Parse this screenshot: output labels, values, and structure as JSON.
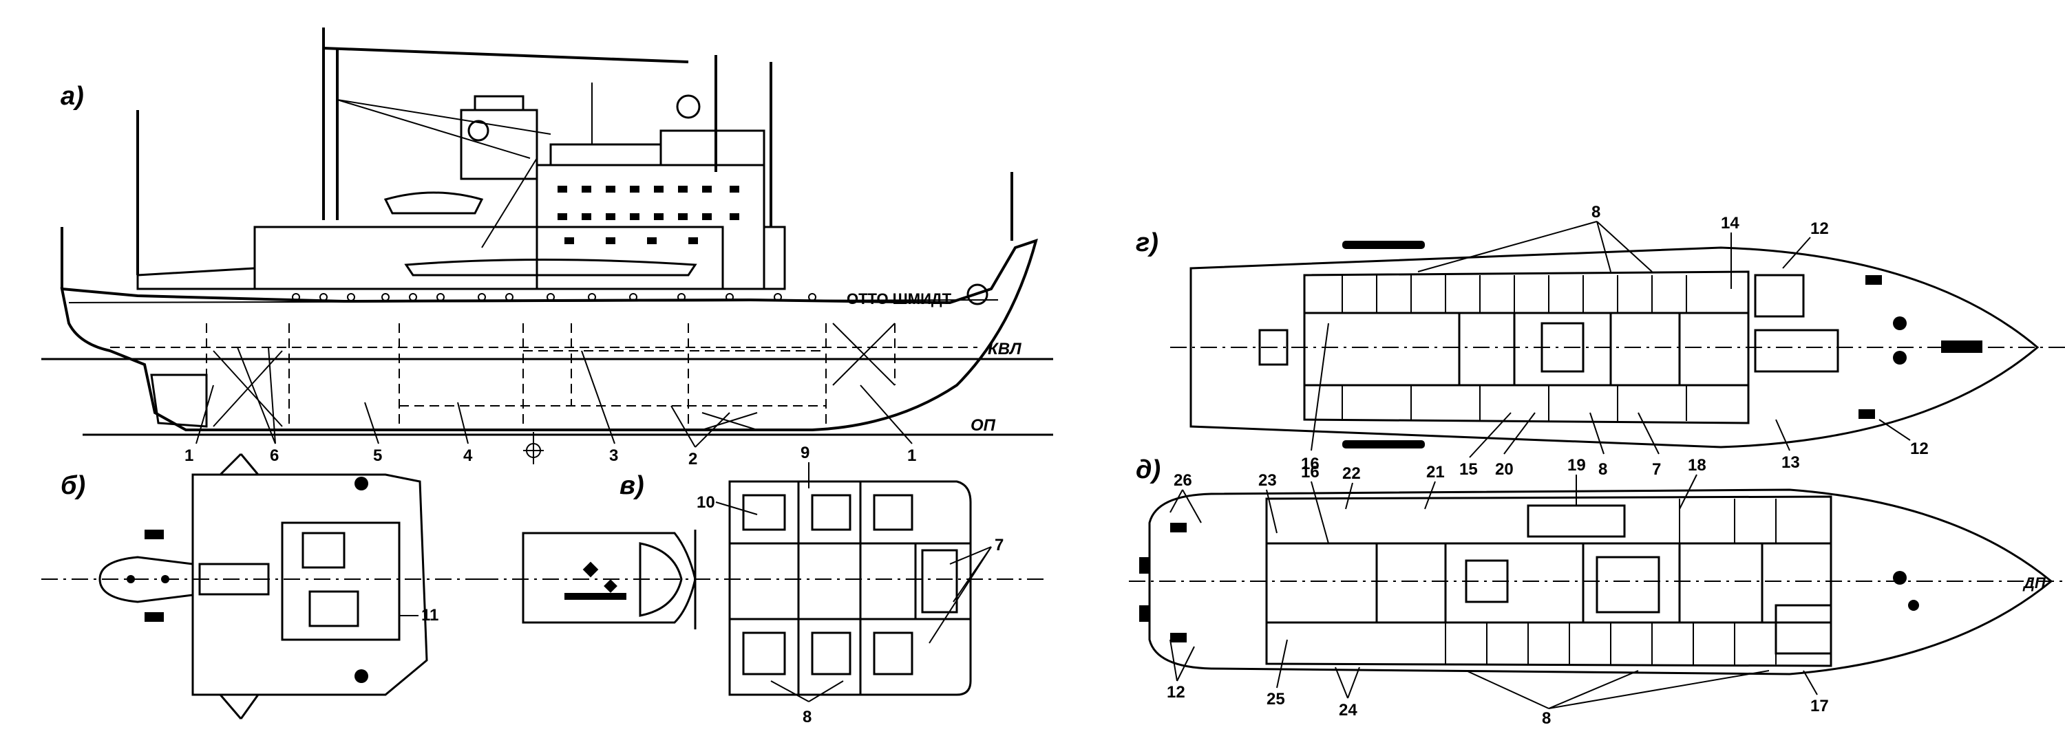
{
  "panels": {
    "a": "а)",
    "b": "б)",
    "v": "в)",
    "g": "г)",
    "d": "д)"
  },
  "ship_name": "ОТТО ШМИДТ",
  "waterline_labels": {
    "kvl": "КВЛ",
    "op": "ОП",
    "dp": "ДП"
  },
  "callouts": {
    "side_view": [
      "1",
      "6",
      "5",
      "4",
      "3",
      "2",
      "1"
    ],
    "stern_view": [
      "11"
    ],
    "v_view": [
      "9",
      "10",
      "7",
      "8"
    ],
    "g_view": [
      "8",
      "14",
      "12",
      "16",
      "15",
      "20",
      "8",
      "7",
      "13",
      "12"
    ],
    "d_view": [
      "26",
      "23",
      "16",
      "22",
      "21",
      "19",
      "18",
      "12",
      "25",
      "24",
      "8",
      "17"
    ]
  },
  "colors": {
    "ink": "#000000",
    "paper": "#ffffff"
  }
}
